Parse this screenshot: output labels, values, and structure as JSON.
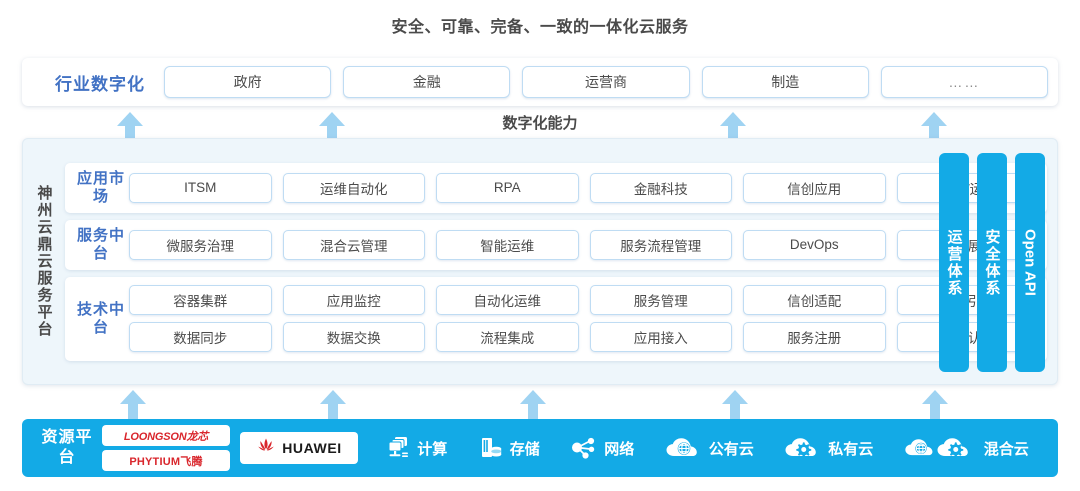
{
  "title": "安全、可靠、完备、一致的一体化云服务",
  "capability_title": "数字化能力",
  "industry": {
    "label": "行业数字化",
    "items": [
      "政府",
      "金融",
      "运营商",
      "制造",
      "……"
    ]
  },
  "platform": {
    "vertical_label": "神州云鼎云服务平台",
    "layers": [
      {
        "label": "应用市场",
        "rows": [
          [
            "ITSM",
            "运维自动化",
            "RPA",
            "金融科技",
            "信创应用",
            "运维/运营"
          ]
        ]
      },
      {
        "label": "服务中台",
        "rows": [
          [
            "微服务治理",
            "混合云管理",
            "智能运维",
            "服务流程管理",
            "DevOps",
            "大屏展示"
          ]
        ]
      },
      {
        "label": "技术中台",
        "rows": [
          [
            "容器集群",
            "应用监控",
            "自动化运维",
            "服务管理",
            "信创适配",
            "流程引擎"
          ],
          [
            "数据同步",
            "数据交换",
            "流程集成",
            "应用接入",
            "服务注册",
            "统一认证"
          ]
        ]
      }
    ],
    "side_bars": [
      "运营体系",
      "安全体系",
      "Open API"
    ]
  },
  "resource": {
    "label": "资源平台",
    "chip_logos": [
      "LOONGSON龙芯",
      "PHYTIUM飞腾"
    ],
    "huawei": "HUAWEI",
    "items": [
      {
        "icon": "compute-icon",
        "label": "计算"
      },
      {
        "icon": "storage-icon",
        "label": "存储"
      },
      {
        "icon": "network-icon",
        "label": "网络"
      },
      {
        "icon": "public-cloud-icon",
        "label": "公有云"
      },
      {
        "icon": "private-cloud-icon",
        "label": "私有云"
      },
      {
        "icon": "hybrid-cloud-icon",
        "label": "混合云"
      }
    ]
  },
  "colors": {
    "accent_blue": "#13aae6",
    "label_blue": "#4272c4",
    "arrow_blue": "#9fd3f2",
    "logo_red": "#d9262c"
  }
}
